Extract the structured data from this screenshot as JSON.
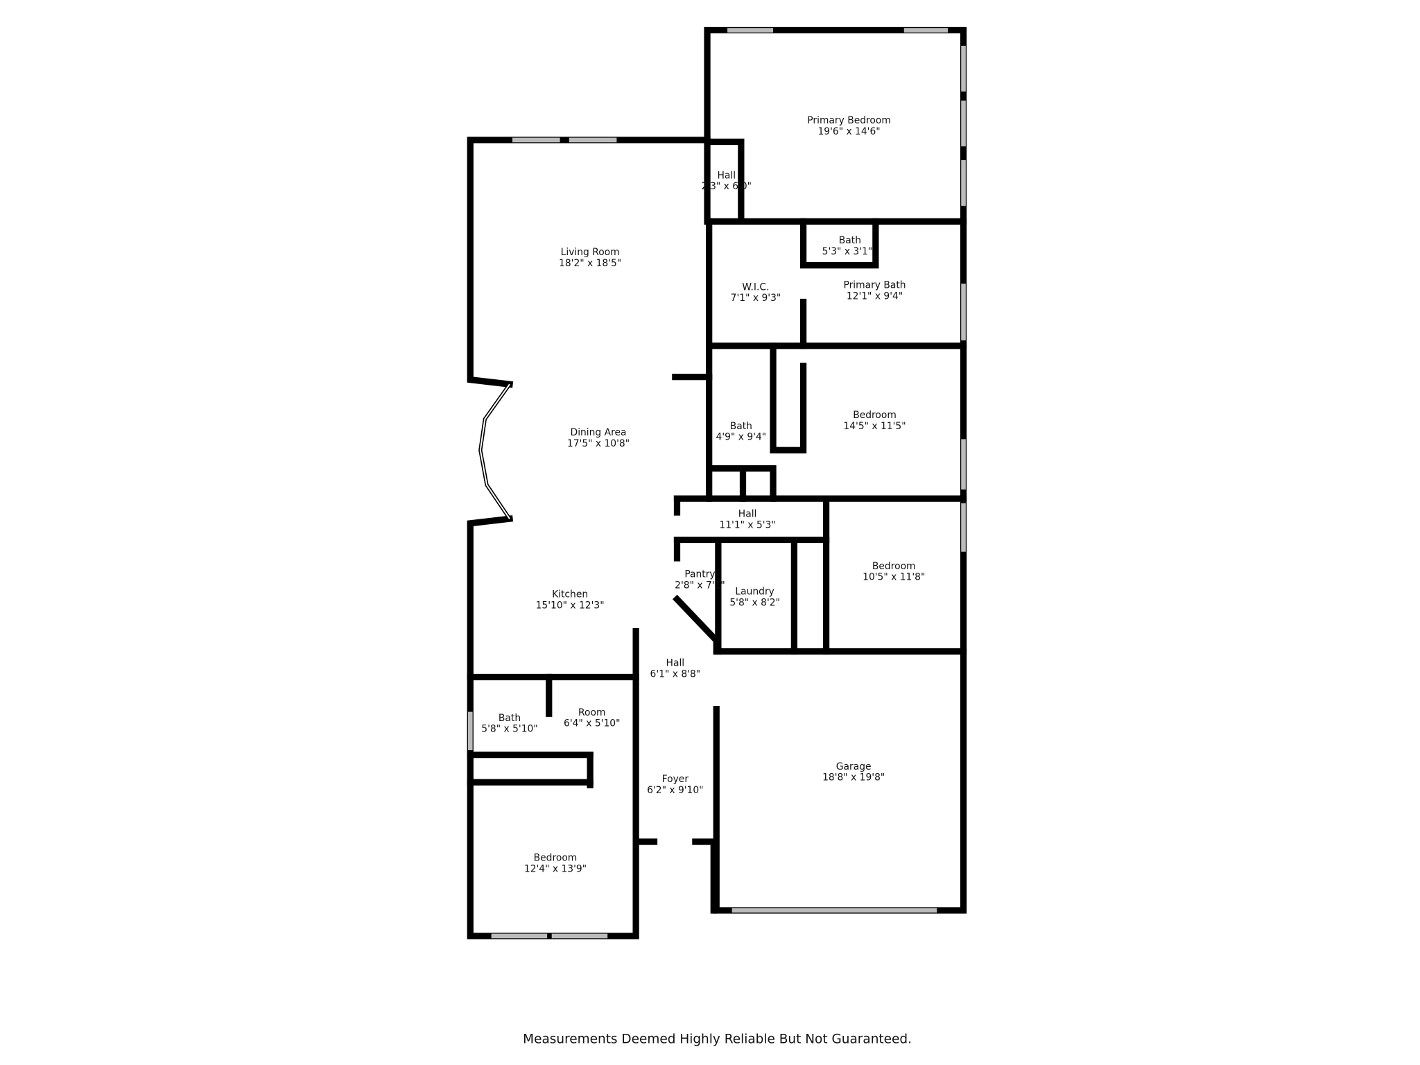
{
  "rooms": [
    {
      "name": "Primary Bedroom",
      "size": "19'6\" x 14'6\""
    },
    {
      "name": "Hall",
      "size": "2'3\" x 6'0\""
    },
    {
      "name": "Living Room",
      "size": "18'2\" x 18'5\""
    },
    {
      "name": "Bath",
      "size": "5'3\" x 3'1\""
    },
    {
      "name": "W.I.C.",
      "size": "7'1\" x 9'3\""
    },
    {
      "name": "Primary Bath",
      "size": "12'1\" x 9'4\""
    },
    {
      "name": "Dining Area",
      "size": "17'5\" x 10'8\""
    },
    {
      "name": "Bath",
      "size": "4'9\" x 9'4\""
    },
    {
      "name": "Bedroom",
      "size": "14'5\" x 11'5\""
    },
    {
      "name": "Hall",
      "size": "11'1\" x 5'3\""
    },
    {
      "name": "Pantry",
      "size": "2'8\" x 7'1\""
    },
    {
      "name": "Laundry",
      "size": "5'8\" x 8'2\""
    },
    {
      "name": "Bedroom",
      "size": "10'5\" x 11'8\""
    },
    {
      "name": "Kitchen",
      "size": "15'10\" x 12'3\""
    },
    {
      "name": "Hall",
      "size": "6'1\" x 8'8\""
    },
    {
      "name": "Bath",
      "size": "5'8\" x 5'10\""
    },
    {
      "name": "Room",
      "size": "6'4\" x 5'10\""
    },
    {
      "name": "Foyer",
      "size": "6'2\" x 9'10\""
    },
    {
      "name": "Garage",
      "size": "18'8\" x 19'8\""
    },
    {
      "name": "Bedroom",
      "size": "12'4\" x 13'9\""
    }
  ],
  "footer": "Measurements Deemed Highly Reliable But Not Guaranteed."
}
